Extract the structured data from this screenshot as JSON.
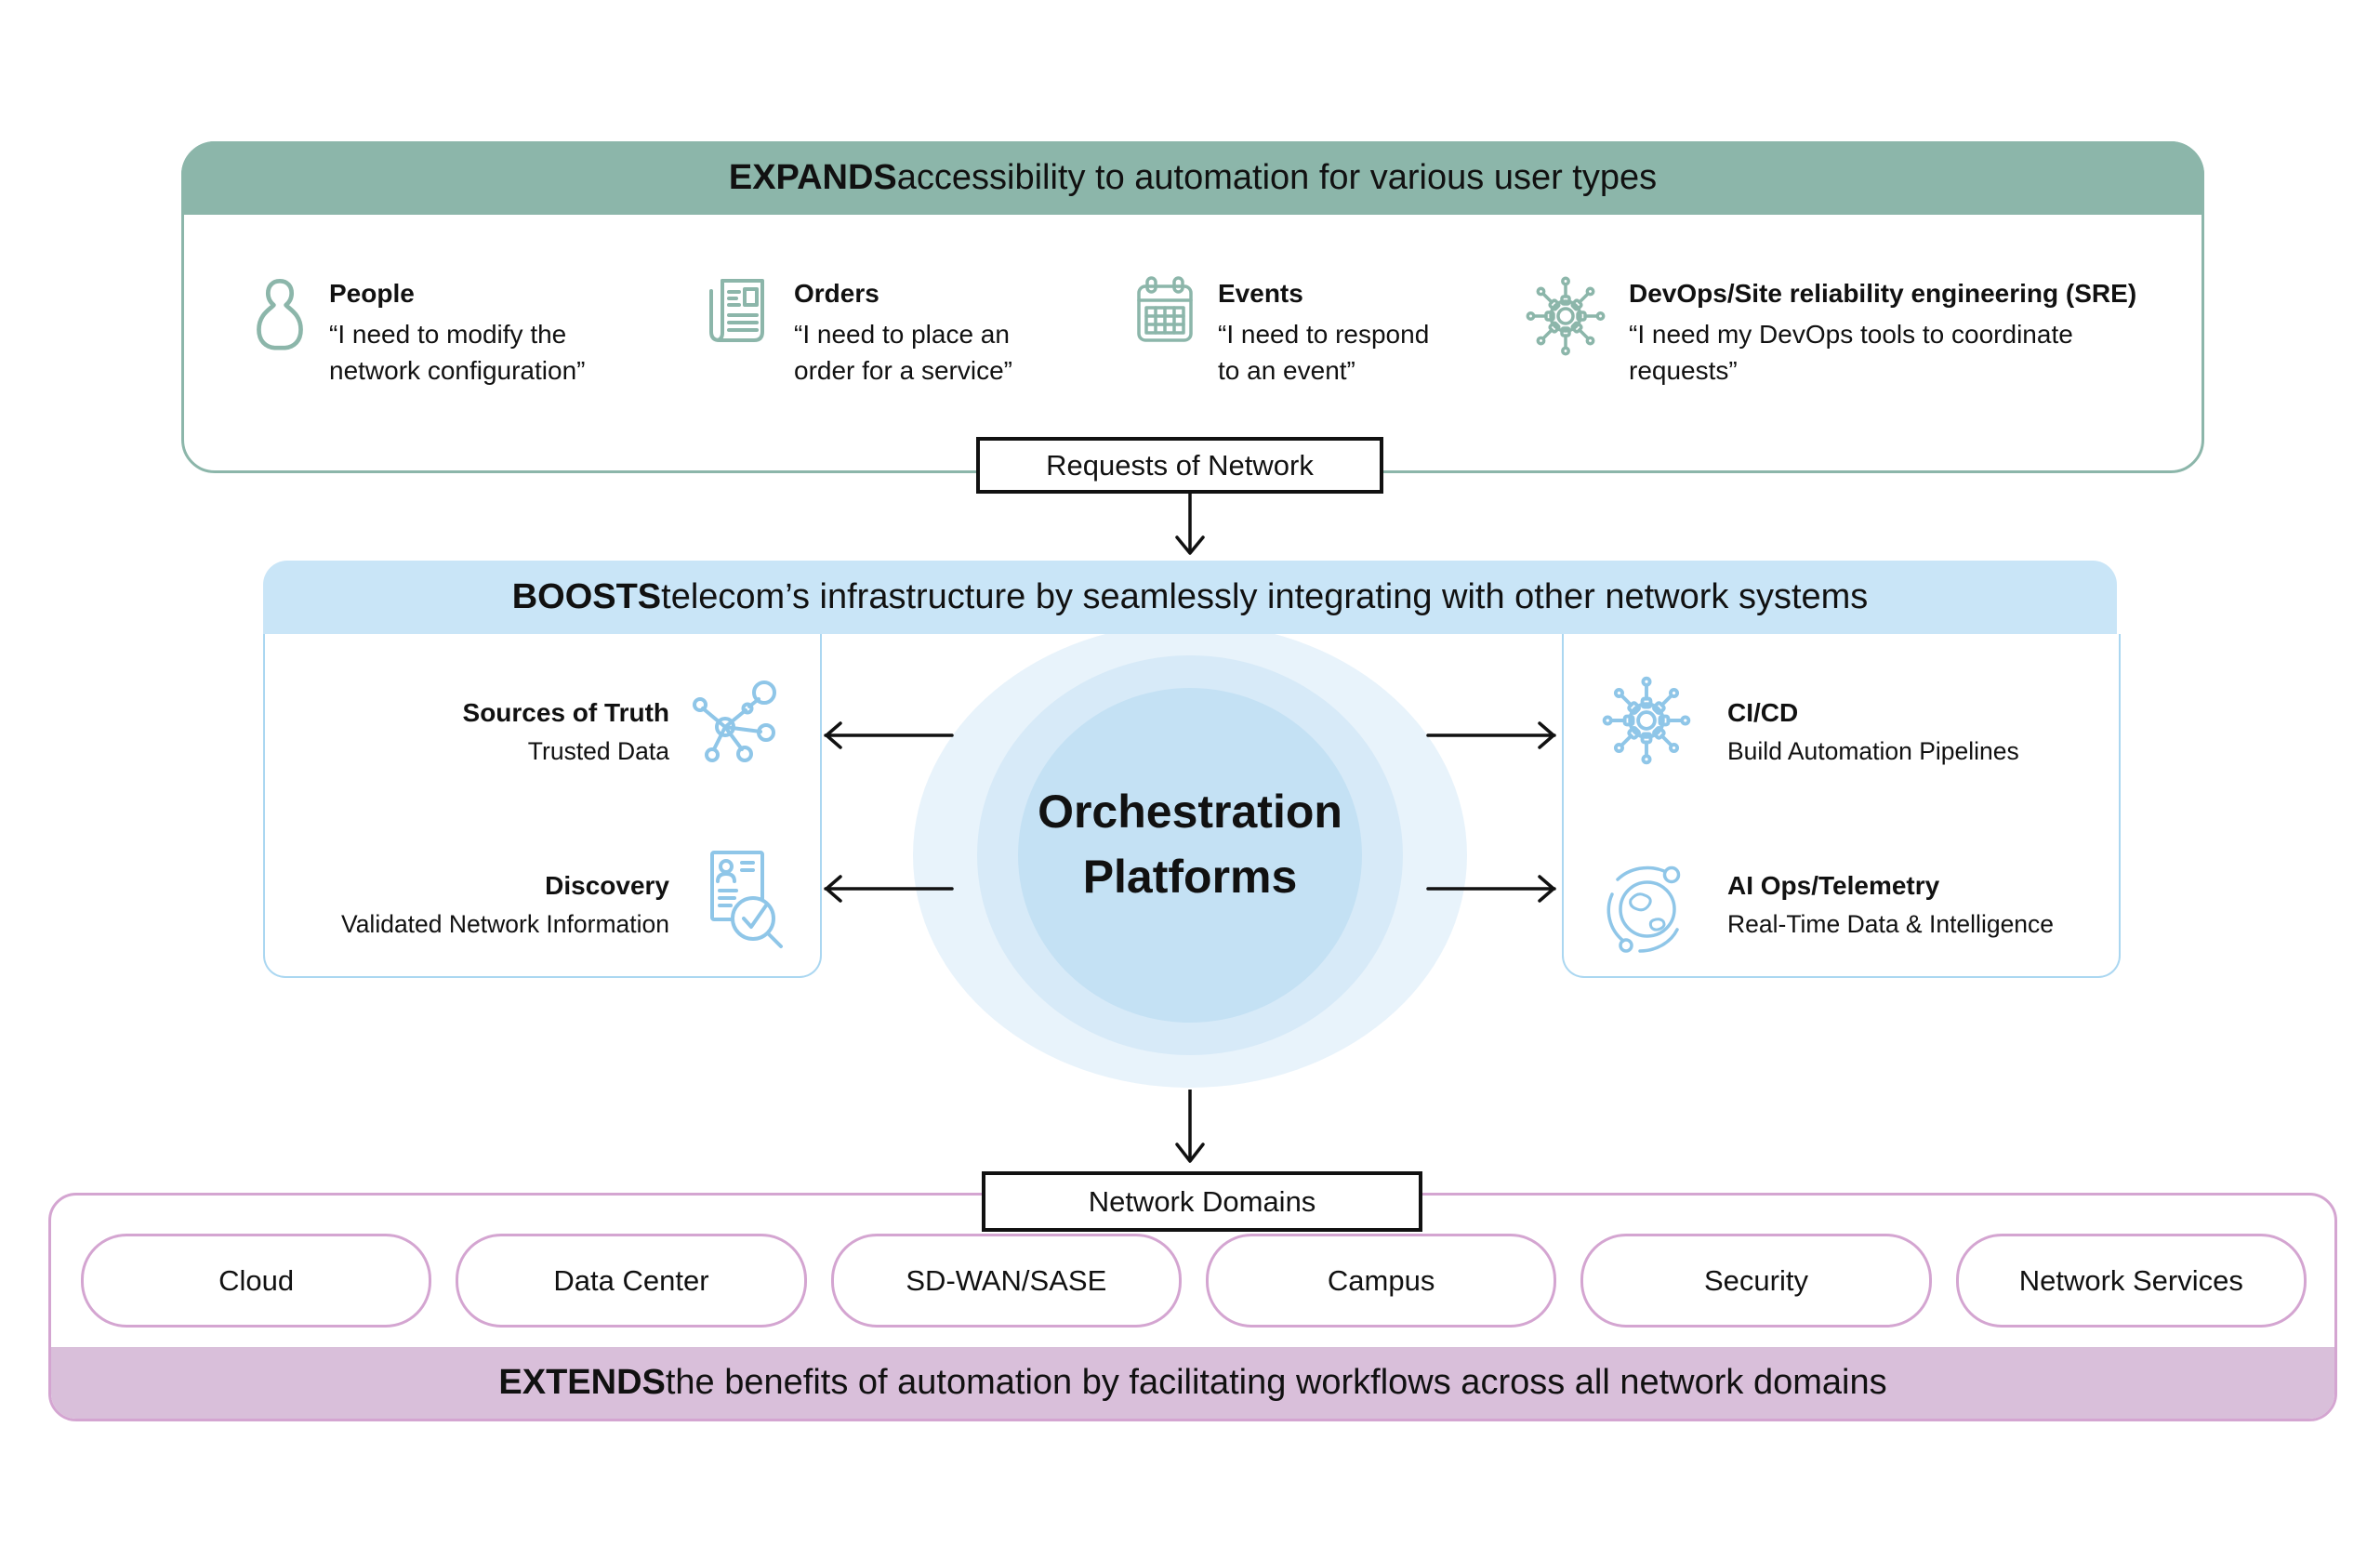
{
  "colors": {
    "green": "#8CB6AA",
    "blue_header": "#C9E5F7",
    "panel_border": "#ABD7F1",
    "circle_inner": "#C4E1F4",
    "circle_mid": "#D7EAF8",
    "circle_outer": "#E8F3FB",
    "icon_blue": "#8FC6E8",
    "pink_border": "#D4A5D1",
    "band_fill": "#D9BFDA",
    "arrow_black": "#111111"
  },
  "expands": {
    "header_bold": "EXPANDS",
    "header_rest": " accessibility to automation for various user types",
    "items": [
      {
        "icon": "person-icon",
        "title": "People",
        "quote_line1": "“I need to modify the",
        "quote_line2": "network configuration”"
      },
      {
        "icon": "newspaper-icon",
        "title": "Orders",
        "quote_line1": "“I need to place an",
        "quote_line2": "order for a service”"
      },
      {
        "icon": "calendar-icon",
        "title": "Events",
        "quote_line1": "“I need to respond",
        "quote_line2": "to an event”"
      },
      {
        "icon": "devops-gear-icon",
        "title": "DevOps/Site reliability engineering (SRE)",
        "quote_line1": "“I need my DevOps tools to coordinate",
        "quote_line2": "requests”"
      }
    ]
  },
  "requests_box_label": "Requests of Network",
  "boosts": {
    "header_bold": "BOOSTS",
    "header_rest": " telecom’s infrastructure by seamlessly integrating with other network systems",
    "center_line1": "Orchestration",
    "center_line2": "Platforms",
    "left_items": [
      {
        "icon": "network-nodes-icon",
        "title": "Sources of Truth",
        "subtitle": "Trusted Data"
      },
      {
        "icon": "discovery-document-icon",
        "title": "Discovery",
        "subtitle": "Validated Network Information"
      }
    ],
    "right_items": [
      {
        "icon": "cicd-gear-icon",
        "title": "CI/CD",
        "subtitle": "Build Automation Pipelines"
      },
      {
        "icon": "globe-telemetry-icon",
        "title": "AI Ops/Telemetry",
        "subtitle": "Real-Time Data & Intelligence"
      }
    ]
  },
  "domains_box_label": "Network Domains",
  "extends": {
    "header_bold": "EXTENDS",
    "header_rest": " the benefits of automation by facilitating workflows across all network domains",
    "pills": [
      "Cloud",
      "Data Center",
      "SD-WAN/SASE",
      "Campus",
      "Security",
      "Network Services"
    ]
  }
}
